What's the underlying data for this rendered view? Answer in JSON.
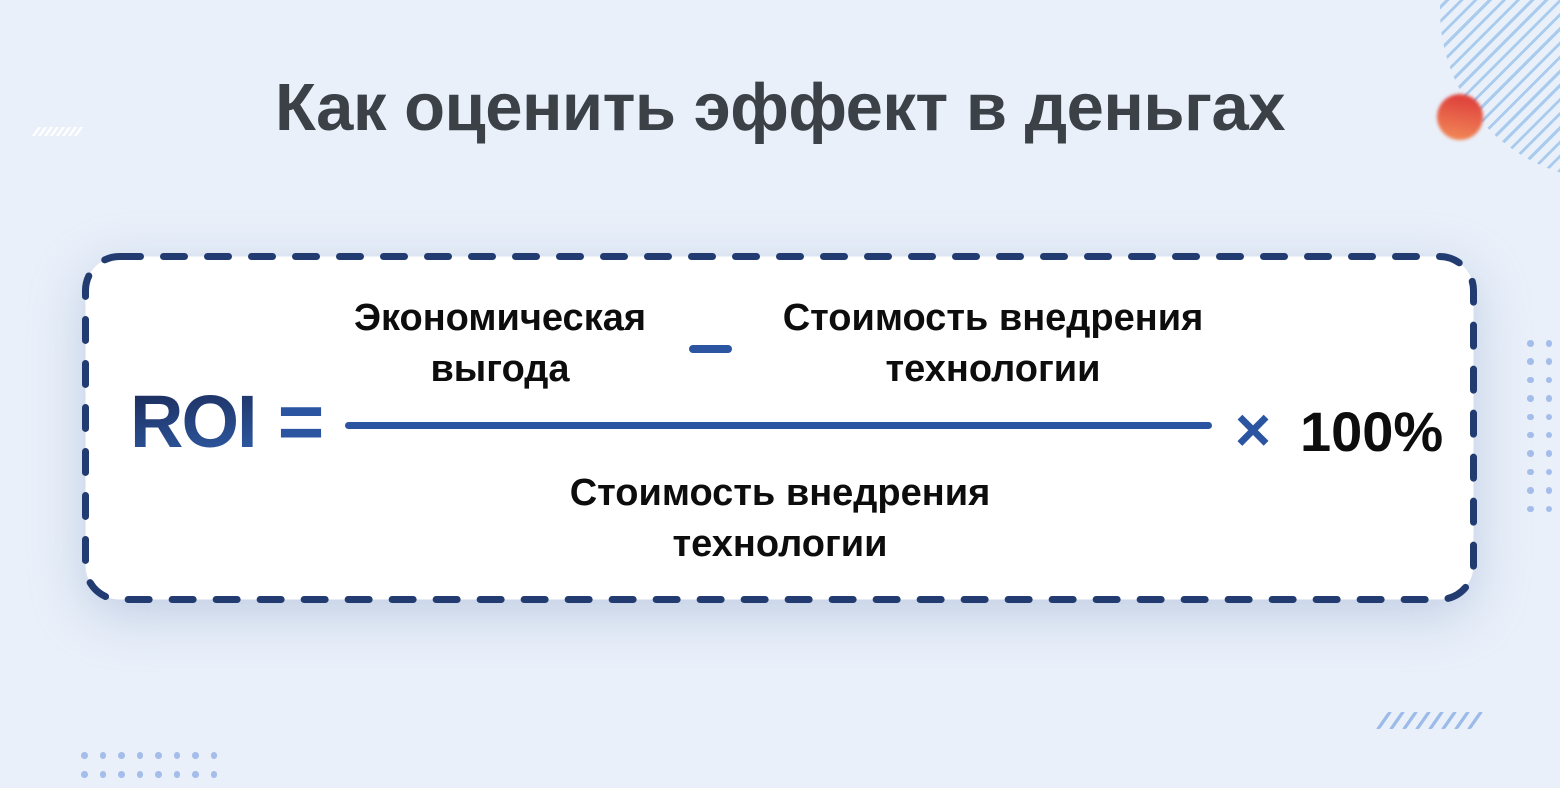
{
  "slide": {
    "title": "Как оценить эффект в деньгах"
  },
  "formula": {
    "lhs": "ROI",
    "equals": "=",
    "numerator_left": {
      "line1": "Экономическая",
      "line2": "выгода"
    },
    "minus": "−",
    "numerator_right": {
      "line1": "Стоимость внедрения",
      "line2": "технологии"
    },
    "denominator": {
      "line1": "Стоимость внедрения",
      "line2": "технологии"
    },
    "times": "×",
    "multiplier": "100%"
  },
  "colors": {
    "background": "#e9f0fa",
    "card_bg": "#ffffff",
    "dash_navy": "#223b70",
    "formula_blue": "#2b55a0",
    "roi_top": "#1c2d5c",
    "roi_bottom": "#2f5ca6",
    "text_dark": "#0d0d0d",
    "title_color": "#3b4147",
    "stripe_blue": "#a9cbee",
    "dot_blue": "#a5bdeb",
    "slash_blue": "#9cbbe9",
    "red_top": "#e0463e",
    "red_bottom": "#f08355"
  },
  "decorations": {
    "dots_left": {
      "count": 16
    },
    "dots_right": {
      "count": 20
    },
    "slashes_top_left": {
      "count": 8
    },
    "slashes_bottom_right": {
      "count": 8
    }
  }
}
